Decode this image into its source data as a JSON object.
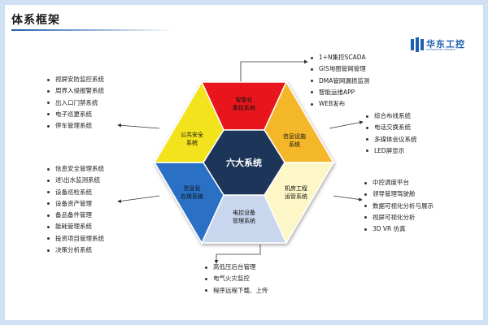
{
  "title": "体系框架",
  "logo": {
    "name": "华东工控",
    "sub": "HD INDUSTRY CONTROL"
  },
  "core": "六大系统",
  "segments": {
    "top": {
      "line1": "智能化",
      "line2": "集控系统",
      "color": "#e8141c"
    },
    "upper_right": {
      "line1": "信息设施",
      "line2": "系统",
      "color": "#f5b72a"
    },
    "lower_right": {
      "line1": "机房工程",
      "line2": "运管系统",
      "color": "#fdf6c6"
    },
    "bottom": {
      "line1": "电控设备",
      "line2": "管理系统",
      "color": "#c9d7ee"
    },
    "lower_left": {
      "line1": "信息化",
      "line2": "应用系统",
      "color": "#2c6fc4"
    },
    "upper_left": {
      "line1": "公共安全",
      "line2": "系统",
      "color": "#f3e31b"
    }
  },
  "lists": {
    "top_right": [
      "1+N集控SCADA",
      "GIS地图管网管理",
      "DMA管网漏损监测",
      "智能运维APP",
      "WEB发布"
    ],
    "right_upper": [
      "综合布线系统",
      "电话交换系统",
      "多媒体会议系统",
      "LED屏显示"
    ],
    "right_lower": [
      "中控调度平台",
      "领导管理驾驶舱",
      "数据可视化分析与展示",
      "视屏可视化分析",
      "3D VR 仿真"
    ],
    "bottom": [
      "高低压后台管理",
      "电气火灾监控",
      "程序远程下载、上传"
    ],
    "left_upper": [
      "视屏安防监控系统",
      "周界入侵报警系统",
      "出入口门禁系统",
      "电子巡更系统",
      "停车管理系统"
    ],
    "left_lower": [
      "信息安全管理系统",
      "进\\出水监测系统",
      "设备巡检系统",
      "设备资产管理",
      "备品备件管理",
      "能耗管理系统",
      "投资项目管理系统",
      "决策分析系统"
    ]
  }
}
